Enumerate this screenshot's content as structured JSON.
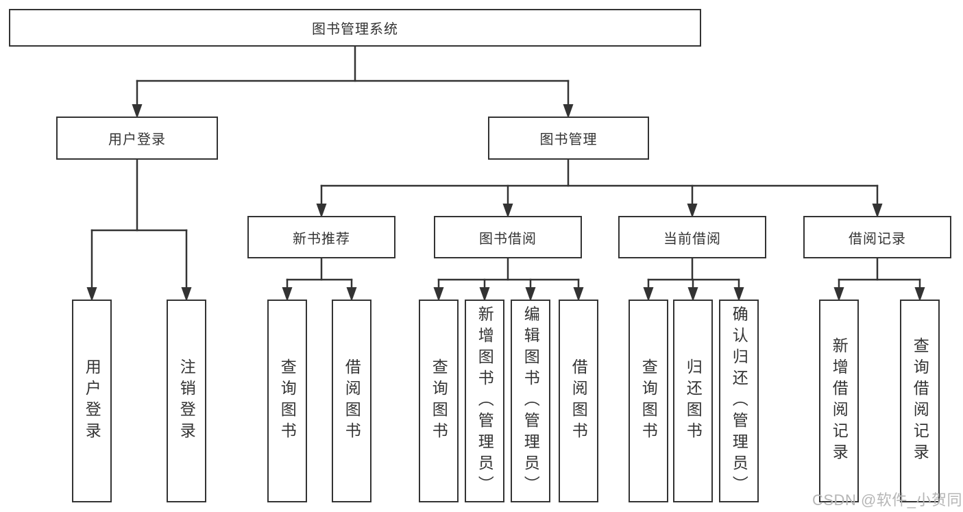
{
  "diagram": {
    "root": {
      "label": "图书管理系统"
    },
    "level1": [
      {
        "label": "用户登录",
        "children": [
          {
            "label": "用户登录"
          },
          {
            "label": "注销登录"
          }
        ]
      },
      {
        "label": "图书管理",
        "children": [
          {
            "label": "新书推荐",
            "children": [
              {
                "label": "查询图书"
              },
              {
                "label": "借阅图书"
              }
            ]
          },
          {
            "label": "图书借阅",
            "children": [
              {
                "label": "查询图书"
              },
              {
                "label": "新增图书（管理员）"
              },
              {
                "label": "编辑图书（管理员）"
              },
              {
                "label": "借阅图书"
              }
            ]
          },
          {
            "label": "当前借阅",
            "children": [
              {
                "label": "查询图书"
              },
              {
                "label": "归还图书"
              },
              {
                "label": "确认归还（管理员）"
              }
            ]
          },
          {
            "label": "借阅记录",
            "children": [
              {
                "label": "新增借阅记录"
              },
              {
                "label": "查询借阅记录"
              }
            ]
          }
        ]
      }
    ],
    "watermark": "CSDN @软件_小贺同学"
  },
  "colors": {
    "line": "#333333",
    "text": "#333333",
    "watermark": "#b6b6b6",
    "background": "#ffffff"
  }
}
